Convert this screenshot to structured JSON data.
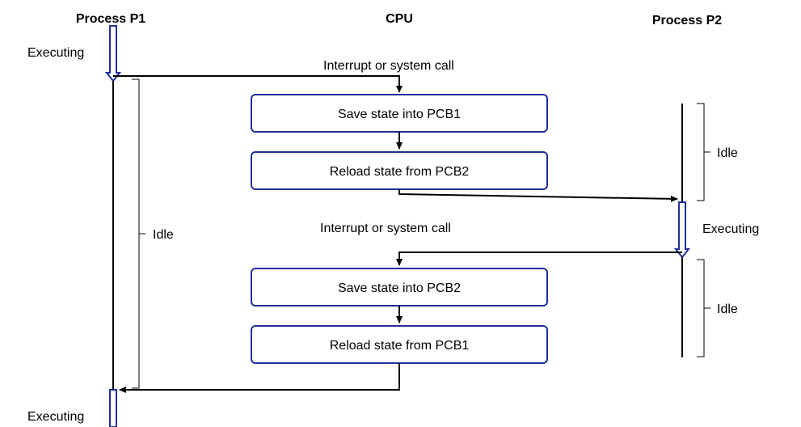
{
  "headers": {
    "p1": "Process P1",
    "cpu": "CPU",
    "p2": "Process P2"
  },
  "labels": {
    "p1_executing_top": "Executing",
    "p1_executing_bottom": "Executing",
    "p1_idle": "Idle",
    "p2_idle_top": "Idle",
    "p2_executing": "Executing",
    "p2_idle_bottom": "Idle",
    "interrupt_1": "Interrupt or system call",
    "interrupt_2": "Interrupt or system call"
  },
  "boxes": {
    "save_pcb1": "Save state into PCB1",
    "reload_pcb2": "Reload state from PCB2",
    "save_pcb2": "Save state into PCB2",
    "reload_pcb1": "Reload state from PCB1"
  },
  "colors": {
    "accent": "#1f2f9a",
    "line": "#000000"
  }
}
